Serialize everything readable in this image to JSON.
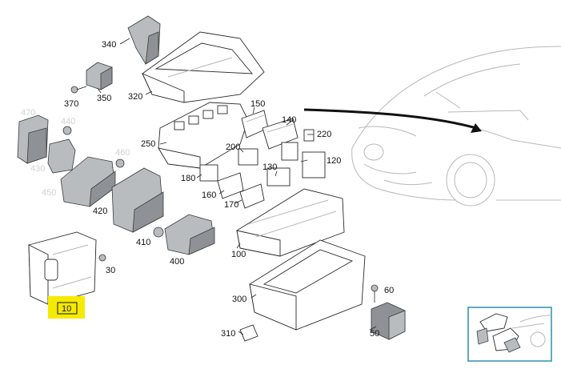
{
  "diagram": {
    "part_labels": [
      {
        "id": "p340",
        "text": "340"
      },
      {
        "id": "p370",
        "text": "370"
      },
      {
        "id": "p350",
        "text": "350"
      },
      {
        "id": "p320",
        "text": "320"
      },
      {
        "id": "p150",
        "text": "150"
      },
      {
        "id": "p140",
        "text": "140"
      },
      {
        "id": "p220",
        "text": "220"
      },
      {
        "id": "p470",
        "text": "470"
      },
      {
        "id": "p440",
        "text": "440"
      },
      {
        "id": "p250",
        "text": "250"
      },
      {
        "id": "p200",
        "text": "200"
      },
      {
        "id": "p460",
        "text": "460"
      },
      {
        "id": "p430",
        "text": "430"
      },
      {
        "id": "p130",
        "text": "130"
      },
      {
        "id": "p120",
        "text": "120"
      },
      {
        "id": "p180",
        "text": "180"
      },
      {
        "id": "p450",
        "text": "450"
      },
      {
        "id": "p160",
        "text": "160"
      },
      {
        "id": "p170",
        "text": "170"
      },
      {
        "id": "p420",
        "text": "420"
      },
      {
        "id": "p410",
        "text": "410"
      },
      {
        "id": "p100",
        "text": "100"
      },
      {
        "id": "p400",
        "text": "400"
      },
      {
        "id": "p30",
        "text": "30"
      },
      {
        "id": "p60",
        "text": "60"
      },
      {
        "id": "p300",
        "text": "300"
      },
      {
        "id": "p10",
        "text": "10"
      },
      {
        "id": "p310",
        "text": "310"
      },
      {
        "id": "p50",
        "text": "50"
      }
    ],
    "highlight_color": "#f5ea00",
    "thumbnail_border_color": "#2f8fb0"
  }
}
